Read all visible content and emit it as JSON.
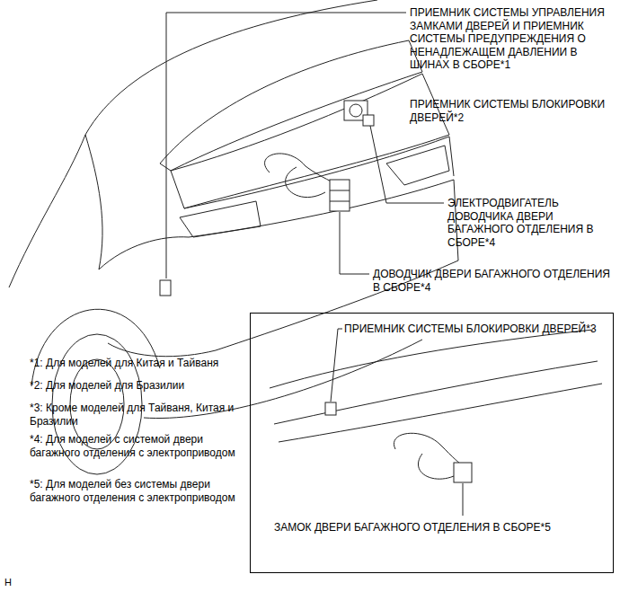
{
  "diagram": {
    "nodes": [
      {
        "text": [
          "ПРИЕМНИК СИСТЕМЫ БЛОКИРОВКИ ДВЕРЕЙ*3",
          "ЗАМОК ДВЕРИ БАГАЖНОГО ОТДЕЛЕНИЯ В СБОРЕ*5"
        ]
      }
    ],
    "labels": [
      "ПРИЕМНИК СИСТЕМЫ УПРАВЛЕНИЯ ЗАМКАМИ ДВЕРЕЙ И ПРИЕМНИК СИСТЕМЫ ПРЕДУПРЕЖДЕНИЯ О НЕНАДЛЕЖАЩЕМ ДАВЛЕНИИ В ШИНАХ В СБОРЕ*1",
      "ПРИЕМНИК СИСТЕМЫ БЛОКИРОВКИ ДВЕРЕЙ*2",
      "ЭЛЕКТРОДВИГАТЕЛЬ ДОВОДЧИКА ДВЕРИ БАГАЖНОГО ОТДЕЛЕНИЯ В СБОРЕ*4",
      "ДОВОДЧИК ДВЕРИ БАГАЖНОГО ОТДЕЛЕНИЯ В СБОРЕ*4",
      "*1: Для моделей для Китая и Тайваня",
      "*2: Для моделей для Бразилии",
      "*3: Кроме моделей для Тайваня, Китая и Бразилии",
      "*4: Для моделей с системой двери багажного отделения с электроприводом",
      "*5: Для моделей без системы двери багажного отделения с электроприводом",
      "H"
    ]
  }
}
